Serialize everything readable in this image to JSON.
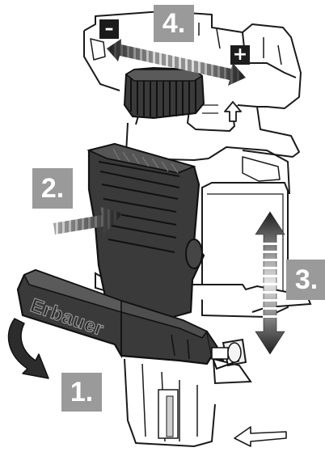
{
  "steps": {
    "step1": "1.",
    "step2": "2.",
    "step3": "3.",
    "step4": "4."
  },
  "symbols": {
    "minus": "–",
    "plus": "+"
  },
  "branding": {
    "logo_text": "Erbauer"
  },
  "icons": [
    "adjust-left-right-arrow-icon",
    "push-arrow-icon",
    "up-down-arrow-icon",
    "rotate-down-arrow-icon",
    "up-arrow-outline-icon",
    "left-arrow-outline-icon"
  ],
  "colors": {
    "badge_gray": "#9a9a9a",
    "dark_part": "#3a3a3a",
    "line": "#1a1a1a"
  }
}
